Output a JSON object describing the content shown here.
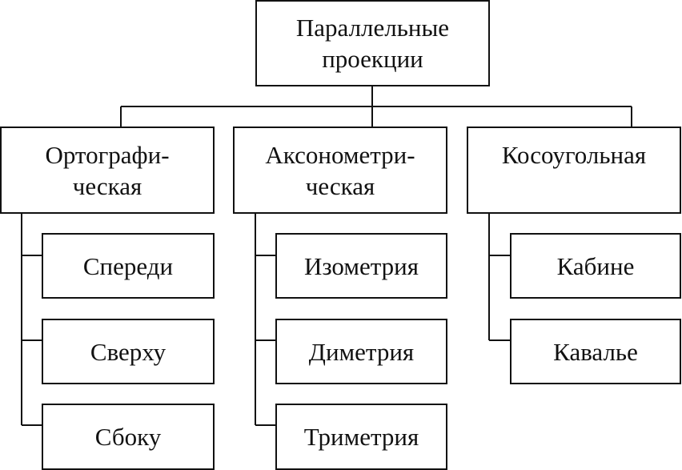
{
  "root": {
    "line1": "Параллельные",
    "line2": "проекции"
  },
  "categories": [
    {
      "line1": "Ортографи-",
      "line2": "ческая",
      "items": [
        "Спереди",
        "Сверху",
        "Сбоку"
      ]
    },
    {
      "line1": "Аксонометри-",
      "line2": "ческая",
      "items": [
        "Изометрия",
        "Диметрия",
        "Триметрия"
      ]
    },
    {
      "line1": "Косоугольная",
      "line2": "",
      "items": [
        "Кабине",
        "Кавалье"
      ]
    }
  ]
}
